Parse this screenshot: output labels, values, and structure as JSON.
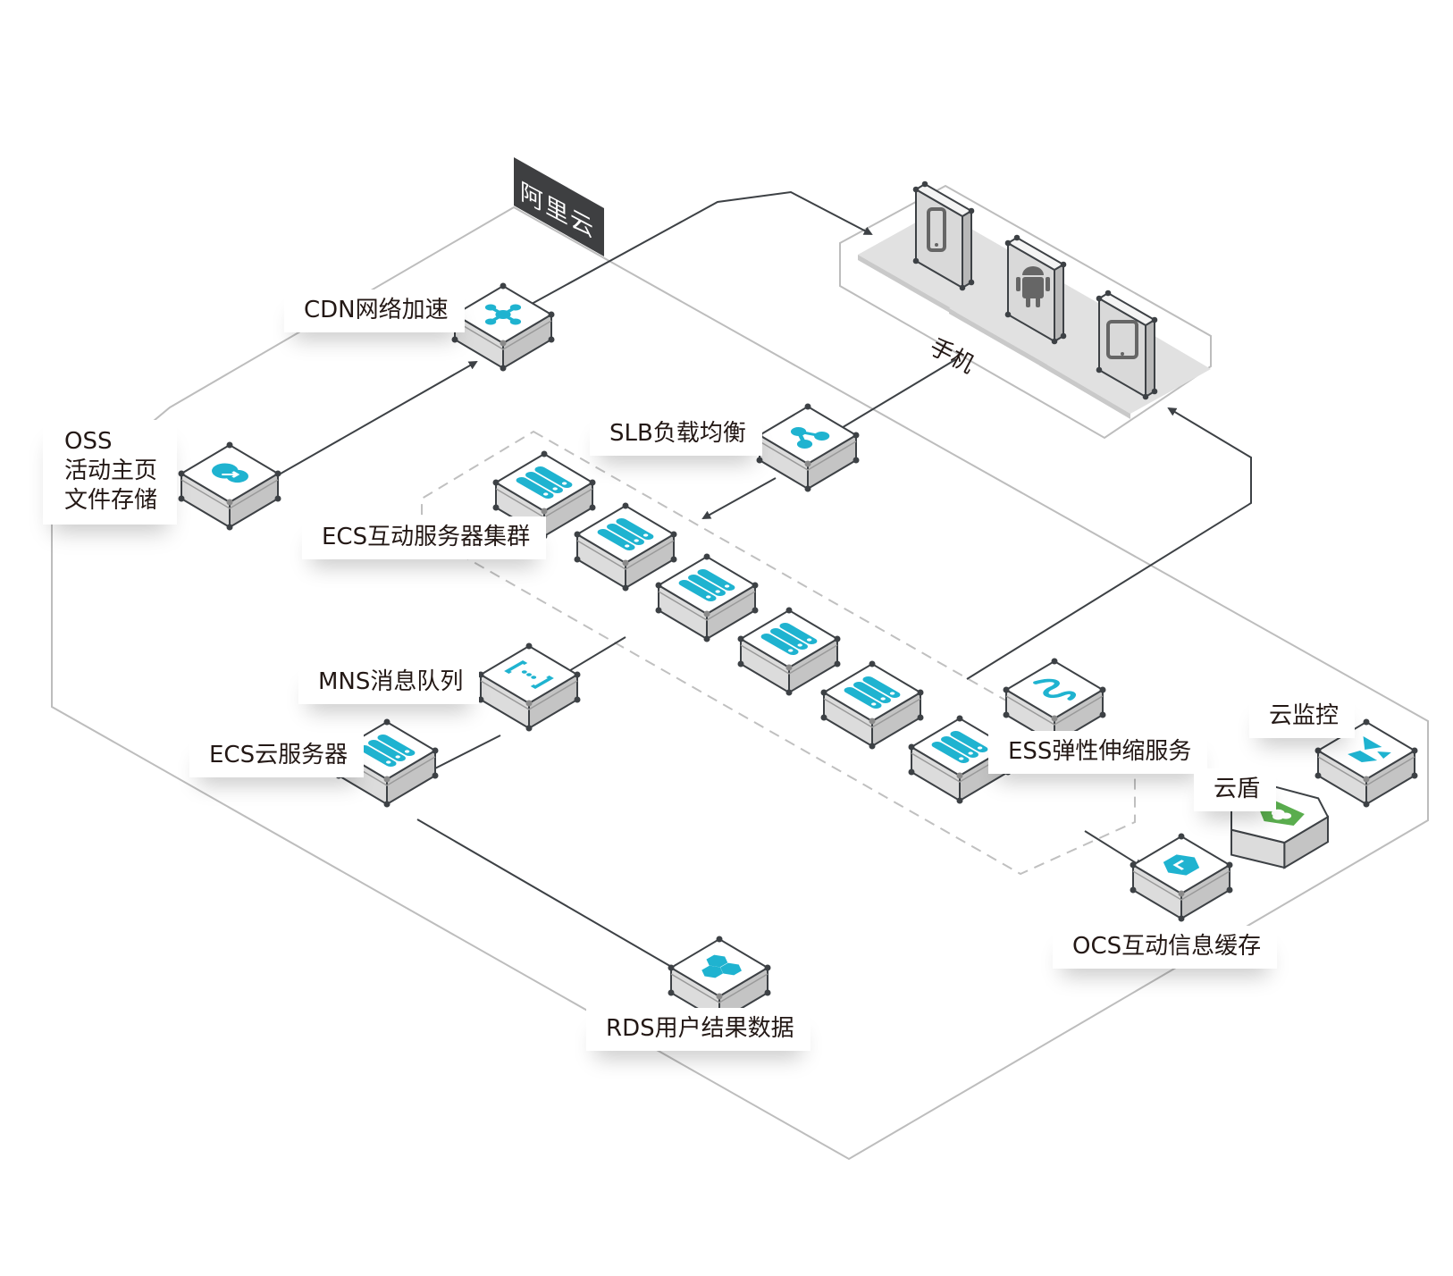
{
  "title_tag": "阿里云",
  "mobile_group_label": "手机",
  "colors": {
    "accent": "#1fb3d0",
    "shield_green": "#5aad4e",
    "arrow": "#3d4145",
    "outline": "#bdbdbd",
    "dashed": "#c0c0c0",
    "tag_bg": "#3e3f41",
    "box_top": "#ffffff",
    "box_side_left": "#dcdcdc",
    "box_side_right": "#c4c4c4",
    "phone_gray": "#d9d9d9"
  },
  "nodes": [
    {
      "id": "cdn",
      "label": "CDN网络加速",
      "icon": "cdn-network-icon"
    },
    {
      "id": "oss",
      "label_lines": [
        "OSS",
        "活动主页",
        "文件存储"
      ],
      "icon": "oss-cloud-upload-icon"
    },
    {
      "id": "slb",
      "label": "SLB负载均衡",
      "icon": "slb-share-icon"
    },
    {
      "id": "ecs_cluster",
      "label": "ECS互动服务器集群",
      "icon": "server-rack-icon",
      "count": 6
    },
    {
      "id": "mns",
      "label": "MNS消息队列",
      "icon": "message-queue-icon"
    },
    {
      "id": "ecs",
      "label": "ECS云服务器",
      "icon": "server-rack-icon"
    },
    {
      "id": "rds",
      "label": "RDS用户结果数据",
      "icon": "database-hexagons-icon"
    },
    {
      "id": "ess",
      "label": "ESS弹性伸缩服务",
      "icon": "elastic-scaling-icon"
    },
    {
      "id": "ocs",
      "label": "OCS互动信息缓存",
      "icon": "cache-hexagon-icon"
    },
    {
      "id": "monitor",
      "label": "云监控",
      "icon": "cloud-monitor-icon"
    },
    {
      "id": "shield",
      "label": "云盾",
      "icon": "cloud-shield-icon"
    }
  ],
  "devices": [
    {
      "id": "iphone",
      "icon": "iphone-icon"
    },
    {
      "id": "android",
      "icon": "android-icon"
    },
    {
      "id": "tablet",
      "icon": "tablet-icon"
    }
  ],
  "edges": [
    {
      "from": "oss",
      "to": "cdn"
    },
    {
      "from": "cdn",
      "to": "mobile"
    },
    {
      "from": "mobile",
      "to": "slb"
    },
    {
      "from": "slb",
      "to": "ecs_cluster"
    },
    {
      "from": "ecs_cluster",
      "to": "mns"
    },
    {
      "from": "mns",
      "to": "ecs"
    },
    {
      "from": "ecs",
      "to": "rds"
    },
    {
      "from": "ecs_cluster",
      "to": "ocs"
    },
    {
      "from": "ess",
      "to": "mobile"
    }
  ]
}
